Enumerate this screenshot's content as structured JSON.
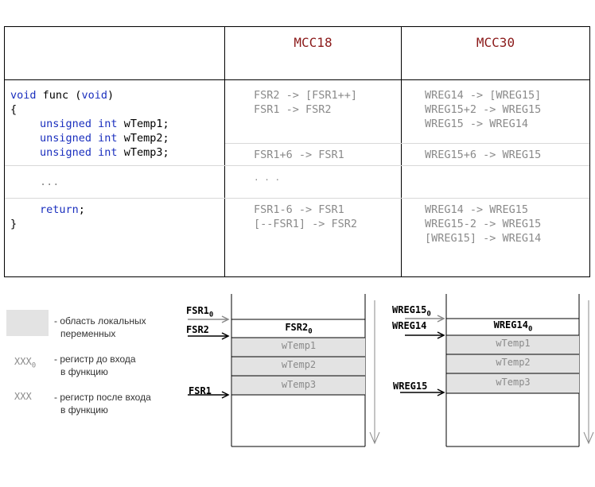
{
  "table": {
    "headers": {
      "mcc18": "MCC18",
      "mcc30": "MCC30"
    },
    "code": {
      "line1_kw1": "void",
      "line1_fn": "func",
      "line1_kw2": "void",
      "brace_open": "{",
      "decl_type1": "unsigned",
      "decl_type2": "int",
      "var1": "wTemp1;",
      "var2": "wTemp2;",
      "var3": "wTemp3;",
      "ellipsis": "...",
      "ret": "return",
      "brace_close": "}"
    },
    "mcc18": {
      "block1": [
        "FSR2 -> [FSR1++]",
        "FSR1 -> FSR2"
      ],
      "block2": "FSR1+6 -> FSR1",
      "block3": ". . .",
      "block4": [
        "FSR1-6 -> FSR1",
        "[--FSR1] -> FSR2"
      ]
    },
    "mcc30": {
      "block1": [
        "WREG14 -> [WREG15]",
        "WREG15+2 -> WREG15",
        "WREG15 -> WREG14"
      ],
      "block2": "WREG15+6 -> WREG15",
      "block4": [
        "WREG14 -> WREG15",
        "WREG15-2 -> WREG15",
        "[WREG15] -> WREG14"
      ]
    }
  },
  "legend": {
    "local_area": [
      "- область локальных",
      "переменных"
    ],
    "xxx0_sym": "XXX",
    "xxx0_sub": "0",
    "xxx0_text": [
      "- регистр до входа",
      "в функцию"
    ],
    "xxx_sym": "XXX",
    "xxx_text": [
      "- регистр после входа",
      "в функцию"
    ]
  },
  "stack18": {
    "fsr1_0": "FSR1",
    "fsr1_0_sub": "0",
    "fsr2": "FSR2",
    "fsr1": "FSR1",
    "top_cell": "FSR2",
    "top_cell_sub": "0",
    "rows": [
      "wTemp1",
      "wTemp2",
      "wTemp3"
    ]
  },
  "stack30": {
    "wreg15_0": "WREG15",
    "wreg15_0_sub": "0",
    "wreg14": "WREG14",
    "wreg15": "WREG15",
    "top_cell": "WREG14",
    "top_cell_sub": "0",
    "rows": [
      "wTemp1",
      "wTemp2",
      "wTemp3"
    ]
  },
  "colors": {
    "header": "#8b1a1a",
    "keyword": "#1a2fbe",
    "gray": "#8a8a8a",
    "local_fill": "#e3e3e3"
  }
}
